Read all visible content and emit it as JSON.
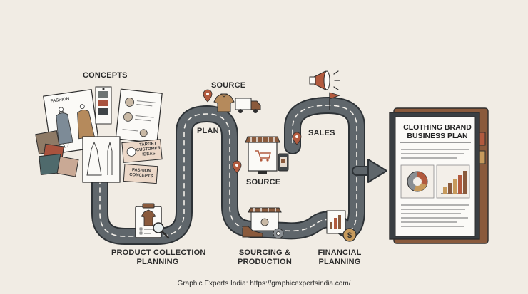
{
  "labels": {
    "concepts": "CONCEPTS",
    "source_top": "SOURCE",
    "plan": "PLAN",
    "sales": "SALES",
    "source_mid": "SOURCE",
    "product_collection": [
      "PRODUCT COLLECTION",
      "PLANNING"
    ],
    "sourcing_production": [
      "SOURCING &",
      "PRODUCTION"
    ],
    "financial_planning": [
      "FINANCIAL",
      "PLANNING"
    ]
  },
  "concept_cards": {
    "fashion": "FASHION",
    "target_customer_ideas": [
      "TARGET",
      "CUSTOMER",
      "IDEAS"
    ],
    "fashion_concepts": [
      "FASHION",
      "CONCEPTS"
    ]
  },
  "business_plan": {
    "title": [
      "CLOTHING BRAND",
      "BUSINESS PLAN"
    ]
  },
  "footer": "Graphic Experts India: https://graphicexpertsindia.com/",
  "colors": {
    "background": "#f1ece4",
    "road": "#5f666b",
    "road_edge": "#2d3236",
    "road_dash": "#f4f0ea",
    "pin": "#b25a3e",
    "accent_brown": "#8a5a3c",
    "swatch_teal": "#4f6a6c",
    "swatch_red": "#a9533e"
  },
  "icons": [
    "megaphone-icon",
    "flag-icon",
    "location-pin-icon",
    "shirt-icon",
    "delivery-truck-icon",
    "storefront-icon",
    "phone-cart-icon",
    "shoe-icon",
    "gear-icon",
    "coin-icon",
    "bar-chart-icon",
    "pie-chart-icon",
    "clipboard-icon",
    "magnifier-icon",
    "arrow-icon"
  ]
}
